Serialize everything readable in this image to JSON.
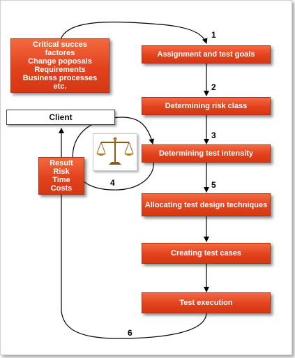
{
  "factors": [
    "Critical succes",
    "factores",
    "Change poposals",
    "Requirements",
    "Business processes",
    "etc."
  ],
  "client": "Client",
  "result": [
    "Result",
    "Risk",
    "Time",
    "Costs"
  ],
  "steps": [
    "Assignment and test goals",
    "Determining risk class",
    "Determining test intensity",
    "Allocating test design techniques",
    "Creating test cases",
    "Test execution"
  ],
  "numbers": [
    "1",
    "2",
    "3",
    "4",
    "5",
    "6"
  ],
  "icons": {
    "scale": "balance-scale-icon"
  },
  "colors": {
    "box": "#e8491f",
    "box_border": "#b52d0c",
    "text": "#ffffff"
  }
}
